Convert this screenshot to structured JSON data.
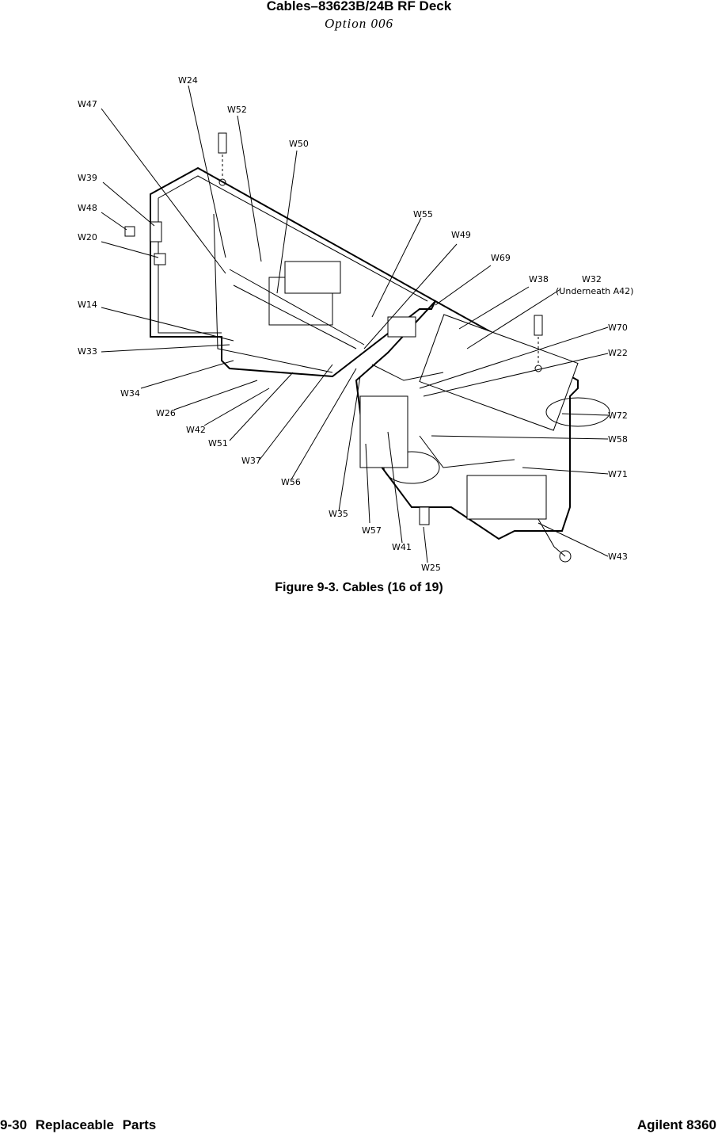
{
  "header": {
    "title": "Cables–83623B/24B RF Deck",
    "subtitle": "Option 006"
  },
  "figure": {
    "caption": "Figure 9-3. Cables (16 of 19)",
    "note_w32": "(Underneath  A42)",
    "labels": {
      "W24": "W24",
      "W47": "W47",
      "W52": "W52",
      "W50": "W50",
      "W39": "W39",
      "W48": "W48",
      "W20": "W20",
      "W14": "W14",
      "W33": "W33",
      "W34": "W34",
      "W26": "W26",
      "W42": "W42",
      "W51": "W51",
      "W37": "W37",
      "W56": "W56",
      "W35": "W35",
      "W57": "W57",
      "W41": "W41",
      "W25": "W25",
      "W55": "W55",
      "W49": "W49",
      "W69": "W69",
      "W38": "W38",
      "W32": "W32",
      "W70": "W70",
      "W22": "W22",
      "W72": "W72",
      "W58": "W58",
      "W71": "W71",
      "W43": "W43"
    }
  },
  "footer": {
    "left": "9-30   Replaceable Parts",
    "right": "Agilent 8360"
  }
}
